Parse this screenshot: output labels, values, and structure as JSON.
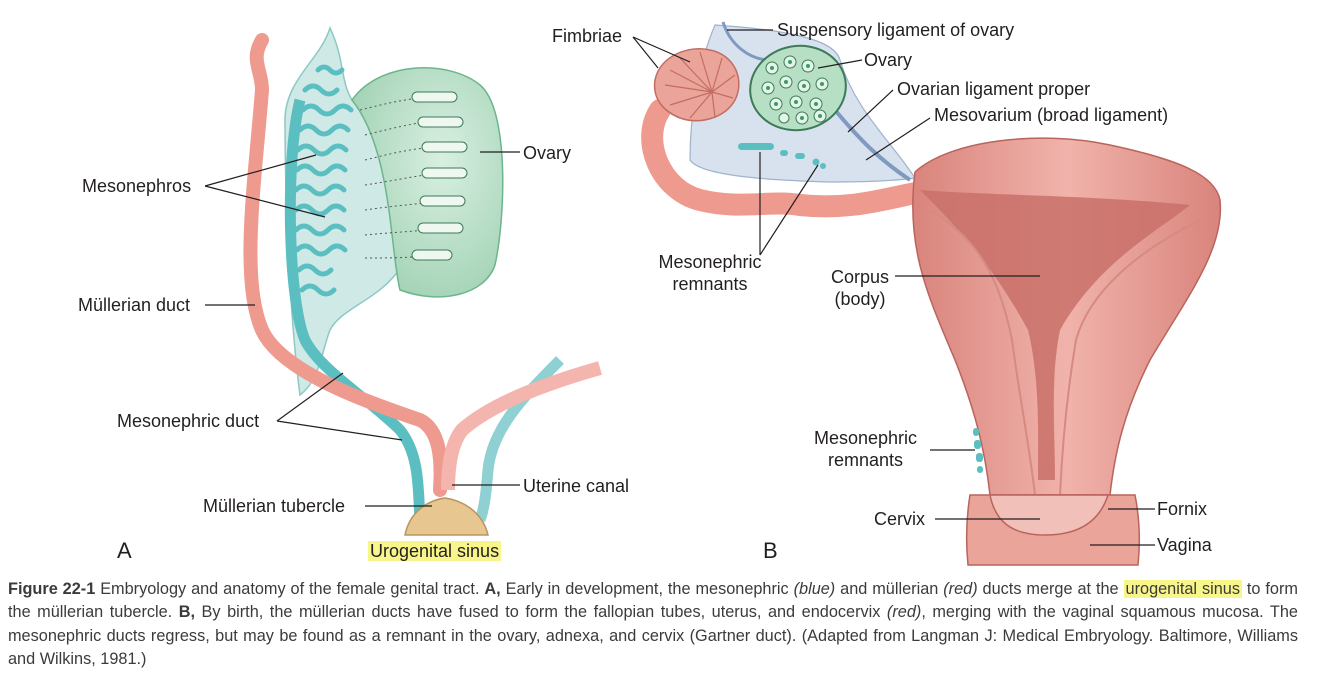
{
  "panelA": {
    "letter": "A",
    "labels": {
      "ovary": "Ovary",
      "mesonephros": "Mesonephros",
      "mullerian_duct": "Müllerian duct",
      "mesonephric_duct": "Mesonephric duct",
      "uterine_canal": "Uterine canal",
      "mullerian_tubercle": "Müllerian tubercle",
      "urogenital_sinus": "Urogenital sinus"
    }
  },
  "panelB": {
    "letter": "B",
    "labels": {
      "fimbriae": "Fimbriae",
      "suspensory_ligament": "Suspensory ligament of ovary",
      "ovary": "Ovary",
      "ovarian_ligament": "Ovarian ligament proper",
      "mesovarium": "Mesovarium (broad ligament)",
      "mesonephric_remnants_upper_1": "Mesonephric",
      "mesonephric_remnants_upper_2": "remnants",
      "corpus_1": "Corpus",
      "corpus_2": "(body)",
      "mesonephric_remnants_lower_1": "Mesonephric",
      "mesonephric_remnants_lower_2": "remnants",
      "cervix": "Cervix",
      "fornix": "Fornix",
      "vagina": "Vagina"
    }
  },
  "caption": {
    "title": "Figure 22-1",
    "s1": " Embryology and anatomy of the female genital tract. ",
    "a": "A,",
    "s2": " Early in development, the mesonephric ",
    "blue": "(blue)",
    "s3": " and müllerian ",
    "red1": "(red)",
    "s4": " ducts merge at the ",
    "highlight": "urogenital sinus",
    "s5": " to form the müllerian tubercle. ",
    "b": "B,",
    "s6": " By birth, the müllerian ducts have fused to form the fallopian tubes, uterus, and endocervix ",
    "red2": "(red)",
    "s7": ", merging with the vaginal squamous mucosa. The mesonephric ducts regress, but may be found as a remnant in the ovary, adnexa, and cervix (Gartner duct). (Adapted from Langman J: Medical Embryology. Baltimore, Williams and Wilkins, 1981.)"
  },
  "colors": {
    "mullerian_red": "#ee9a8f",
    "mesonephric_blue": "#5bbfc2",
    "ovary_green": "#b7dfc4",
    "mesonephros_tissue": "#cfe9e6",
    "broad_ligament": "#d7e2ee",
    "uterus_body": "#e7a19a",
    "uterine_cavity": "#c9706a",
    "highlight_yellow": "#f8f58a"
  }
}
